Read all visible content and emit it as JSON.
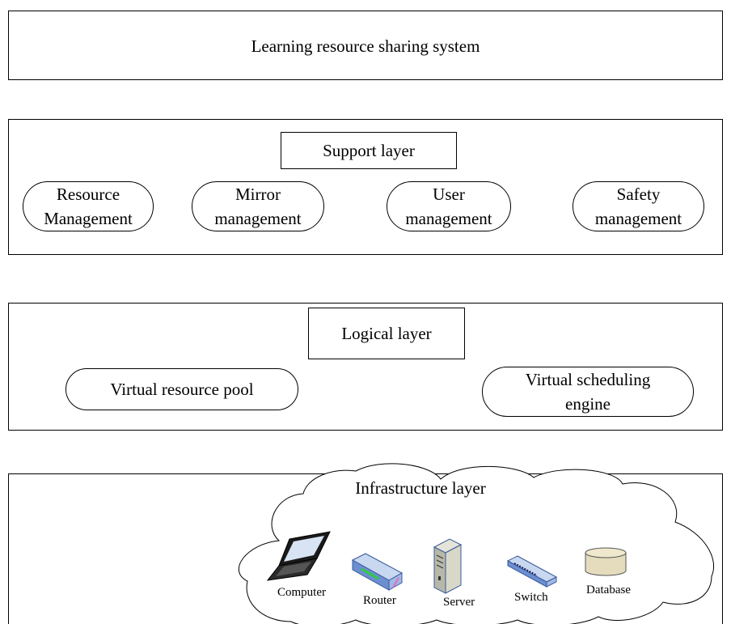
{
  "system": {
    "title": "Learning resource sharing system"
  },
  "support_layer": {
    "title": "Support layer",
    "modules": [
      {
        "line1": "Resource",
        "line2": "Management"
      },
      {
        "line1": "Mirror",
        "line2": "management"
      },
      {
        "line1": "User",
        "line2": "management"
      },
      {
        "line1": "Safety",
        "line2": "management"
      }
    ]
  },
  "logical_layer": {
    "title": "Logical layer",
    "pool": "Virtual resource pool",
    "engine": {
      "line1": "Virtual scheduling",
      "line2": "engine"
    }
  },
  "infrastructure_layer": {
    "title": "Infrastructure layer",
    "devices": {
      "computer": "Computer",
      "router": "Router",
      "server": "Server",
      "switch": "Switch",
      "database": "Database"
    }
  }
}
